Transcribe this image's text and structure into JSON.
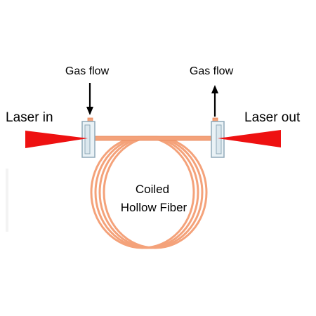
{
  "labels": {
    "gas_flow_in": "Gas flow",
    "gas_flow_out": "Gas flow",
    "laser_in": "Laser in",
    "laser_out": "Laser out",
    "fiber_line1": "Coiled",
    "fiber_line2": "Hollow Fiber"
  },
  "colors": {
    "fiber": "#F4A27A",
    "fiber_edge": "#E8875A",
    "laser": "#EE1111",
    "window_fill": "#EAF2F6",
    "window_edge": "#8FA9B8",
    "arrow": "#000000"
  },
  "icons": {
    "gas_in_arrow": "arrow-down-icon",
    "gas_out_arrow": "arrow-up-icon"
  }
}
